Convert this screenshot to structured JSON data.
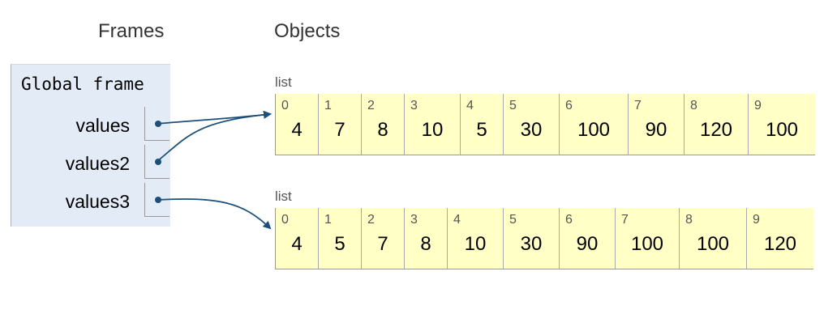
{
  "headers": {
    "frames": "Frames",
    "objects": "Objects"
  },
  "frame": {
    "title": "Global frame",
    "variables": [
      "values",
      "values2",
      "values3"
    ]
  },
  "lists": [
    {
      "type_label": "list",
      "indices": [
        "0",
        "1",
        "2",
        "3",
        "4",
        "5",
        "6",
        "7",
        "8",
        "9"
      ],
      "values": [
        "4",
        "7",
        "8",
        "10",
        "5",
        "30",
        "100",
        "90",
        "120",
        "100"
      ]
    },
    {
      "type_label": "list",
      "indices": [
        "0",
        "1",
        "2",
        "3",
        "4",
        "5",
        "6",
        "7",
        "8",
        "9"
      ],
      "values": [
        "4",
        "5",
        "7",
        "8",
        "10",
        "30",
        "90",
        "100",
        "100",
        "120"
      ]
    }
  ],
  "pointer_color": "#1d4f7a",
  "cell_background": "#ffffc6",
  "frame_background": "#e2ebf6"
}
